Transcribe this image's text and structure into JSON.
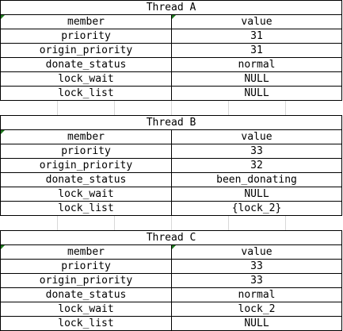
{
  "tables": [
    {
      "title": "Thread A",
      "header": {
        "member": "member",
        "value": "value"
      },
      "rows": [
        {
          "member": "priority",
          "value": "31"
        },
        {
          "member": "origin_priority",
          "value": "31"
        },
        {
          "member": "donate_status",
          "value": "normal"
        },
        {
          "member": "lock_wait",
          "value": "NULL"
        },
        {
          "member": "lock_list",
          "value": "NULL"
        }
      ]
    },
    {
      "title": "Thread B",
      "header": {
        "member": "member",
        "value": "value"
      },
      "rows": [
        {
          "member": "priority",
          "value": "33"
        },
        {
          "member": "origin_priority",
          "value": "32"
        },
        {
          "member": "donate_status",
          "value": "been_donating"
        },
        {
          "member": "lock_wait",
          "value": "NULL"
        },
        {
          "member": "lock_list",
          "value": "{lock_2}"
        }
      ]
    },
    {
      "title": "Thread C",
      "header": {
        "member": "member",
        "value": "value"
      },
      "rows": [
        {
          "member": "priority",
          "value": "33"
        },
        {
          "member": "origin_priority",
          "value": "33"
        },
        {
          "member": "donate_status",
          "value": "normal"
        },
        {
          "member": "lock_wait",
          "value": "lock_2"
        },
        {
          "member": "lock_list",
          "value": "NULL"
        }
      ]
    }
  ],
  "colors": {
    "marker": "#1f7a1f",
    "grid": "#d8d8d8",
    "border": "#000000"
  }
}
